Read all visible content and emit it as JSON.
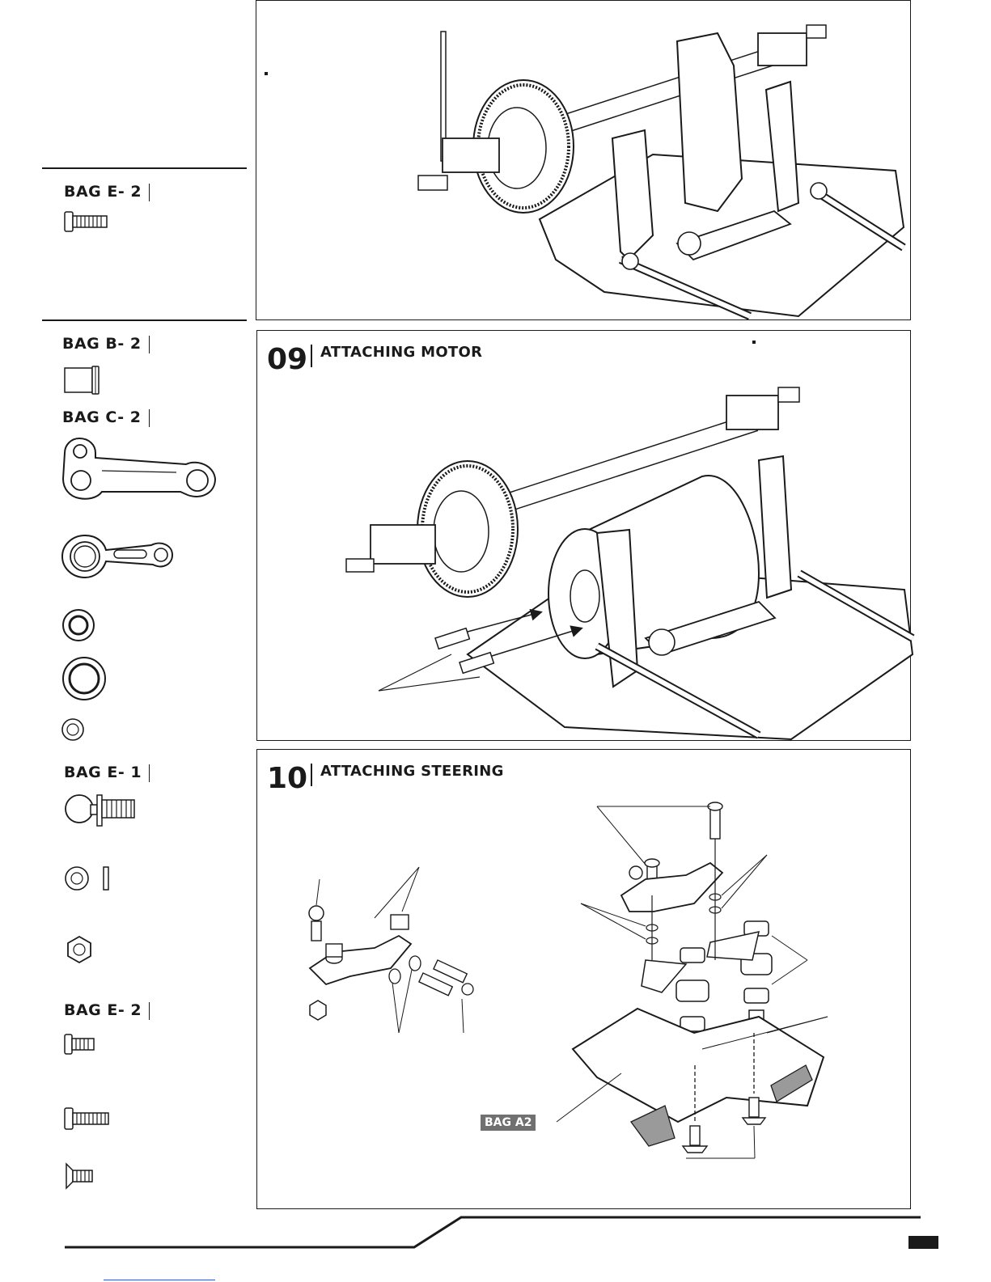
{
  "parts_column": {
    "section1": {
      "bag_label": "BAG E- 2",
      "icons": [
        "button-screw-icon"
      ]
    },
    "section2": {
      "bag_b_label": "BAG B- 2",
      "bag_c_label": "BAG C- 2",
      "icons": [
        "bushing-icon",
        "steering-arm-icon",
        "steering-link-icon",
        "bearing-small-icon",
        "bearing-large-icon",
        "washer-icon"
      ]
    },
    "section3": {
      "bag_label": "BAG E- 1",
      "icons": [
        "ball-stud-icon",
        "shim-icon",
        "hex-nut-icon"
      ]
    },
    "section4": {
      "bag_label": "BAG E- 2",
      "icons": [
        "button-screw-short-icon",
        "button-screw-long-icon",
        "countersunk-screw-icon"
      ]
    }
  },
  "steps": [
    {
      "number": "09",
      "title": "ATTACHING MOTOR"
    },
    {
      "number": "10",
      "title": "ATTACHING STEERING",
      "tag": "BAG A2"
    }
  ]
}
